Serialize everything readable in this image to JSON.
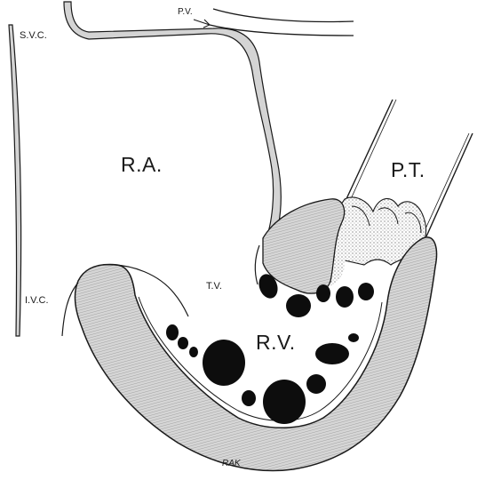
{
  "labels": {
    "svc": "S.V.C.",
    "pv": "P.V.",
    "ra": "R.A.",
    "pt": "P.T.",
    "tv": "T.V.",
    "ivc": "I.V.C.",
    "rv": "R.V.",
    "signature": "RAK"
  },
  "colors": {
    "wall_fill": "#d4d4d4",
    "outline": "#1a1a1a",
    "lesion": "#0d0d0d",
    "background": "#ffffff"
  }
}
